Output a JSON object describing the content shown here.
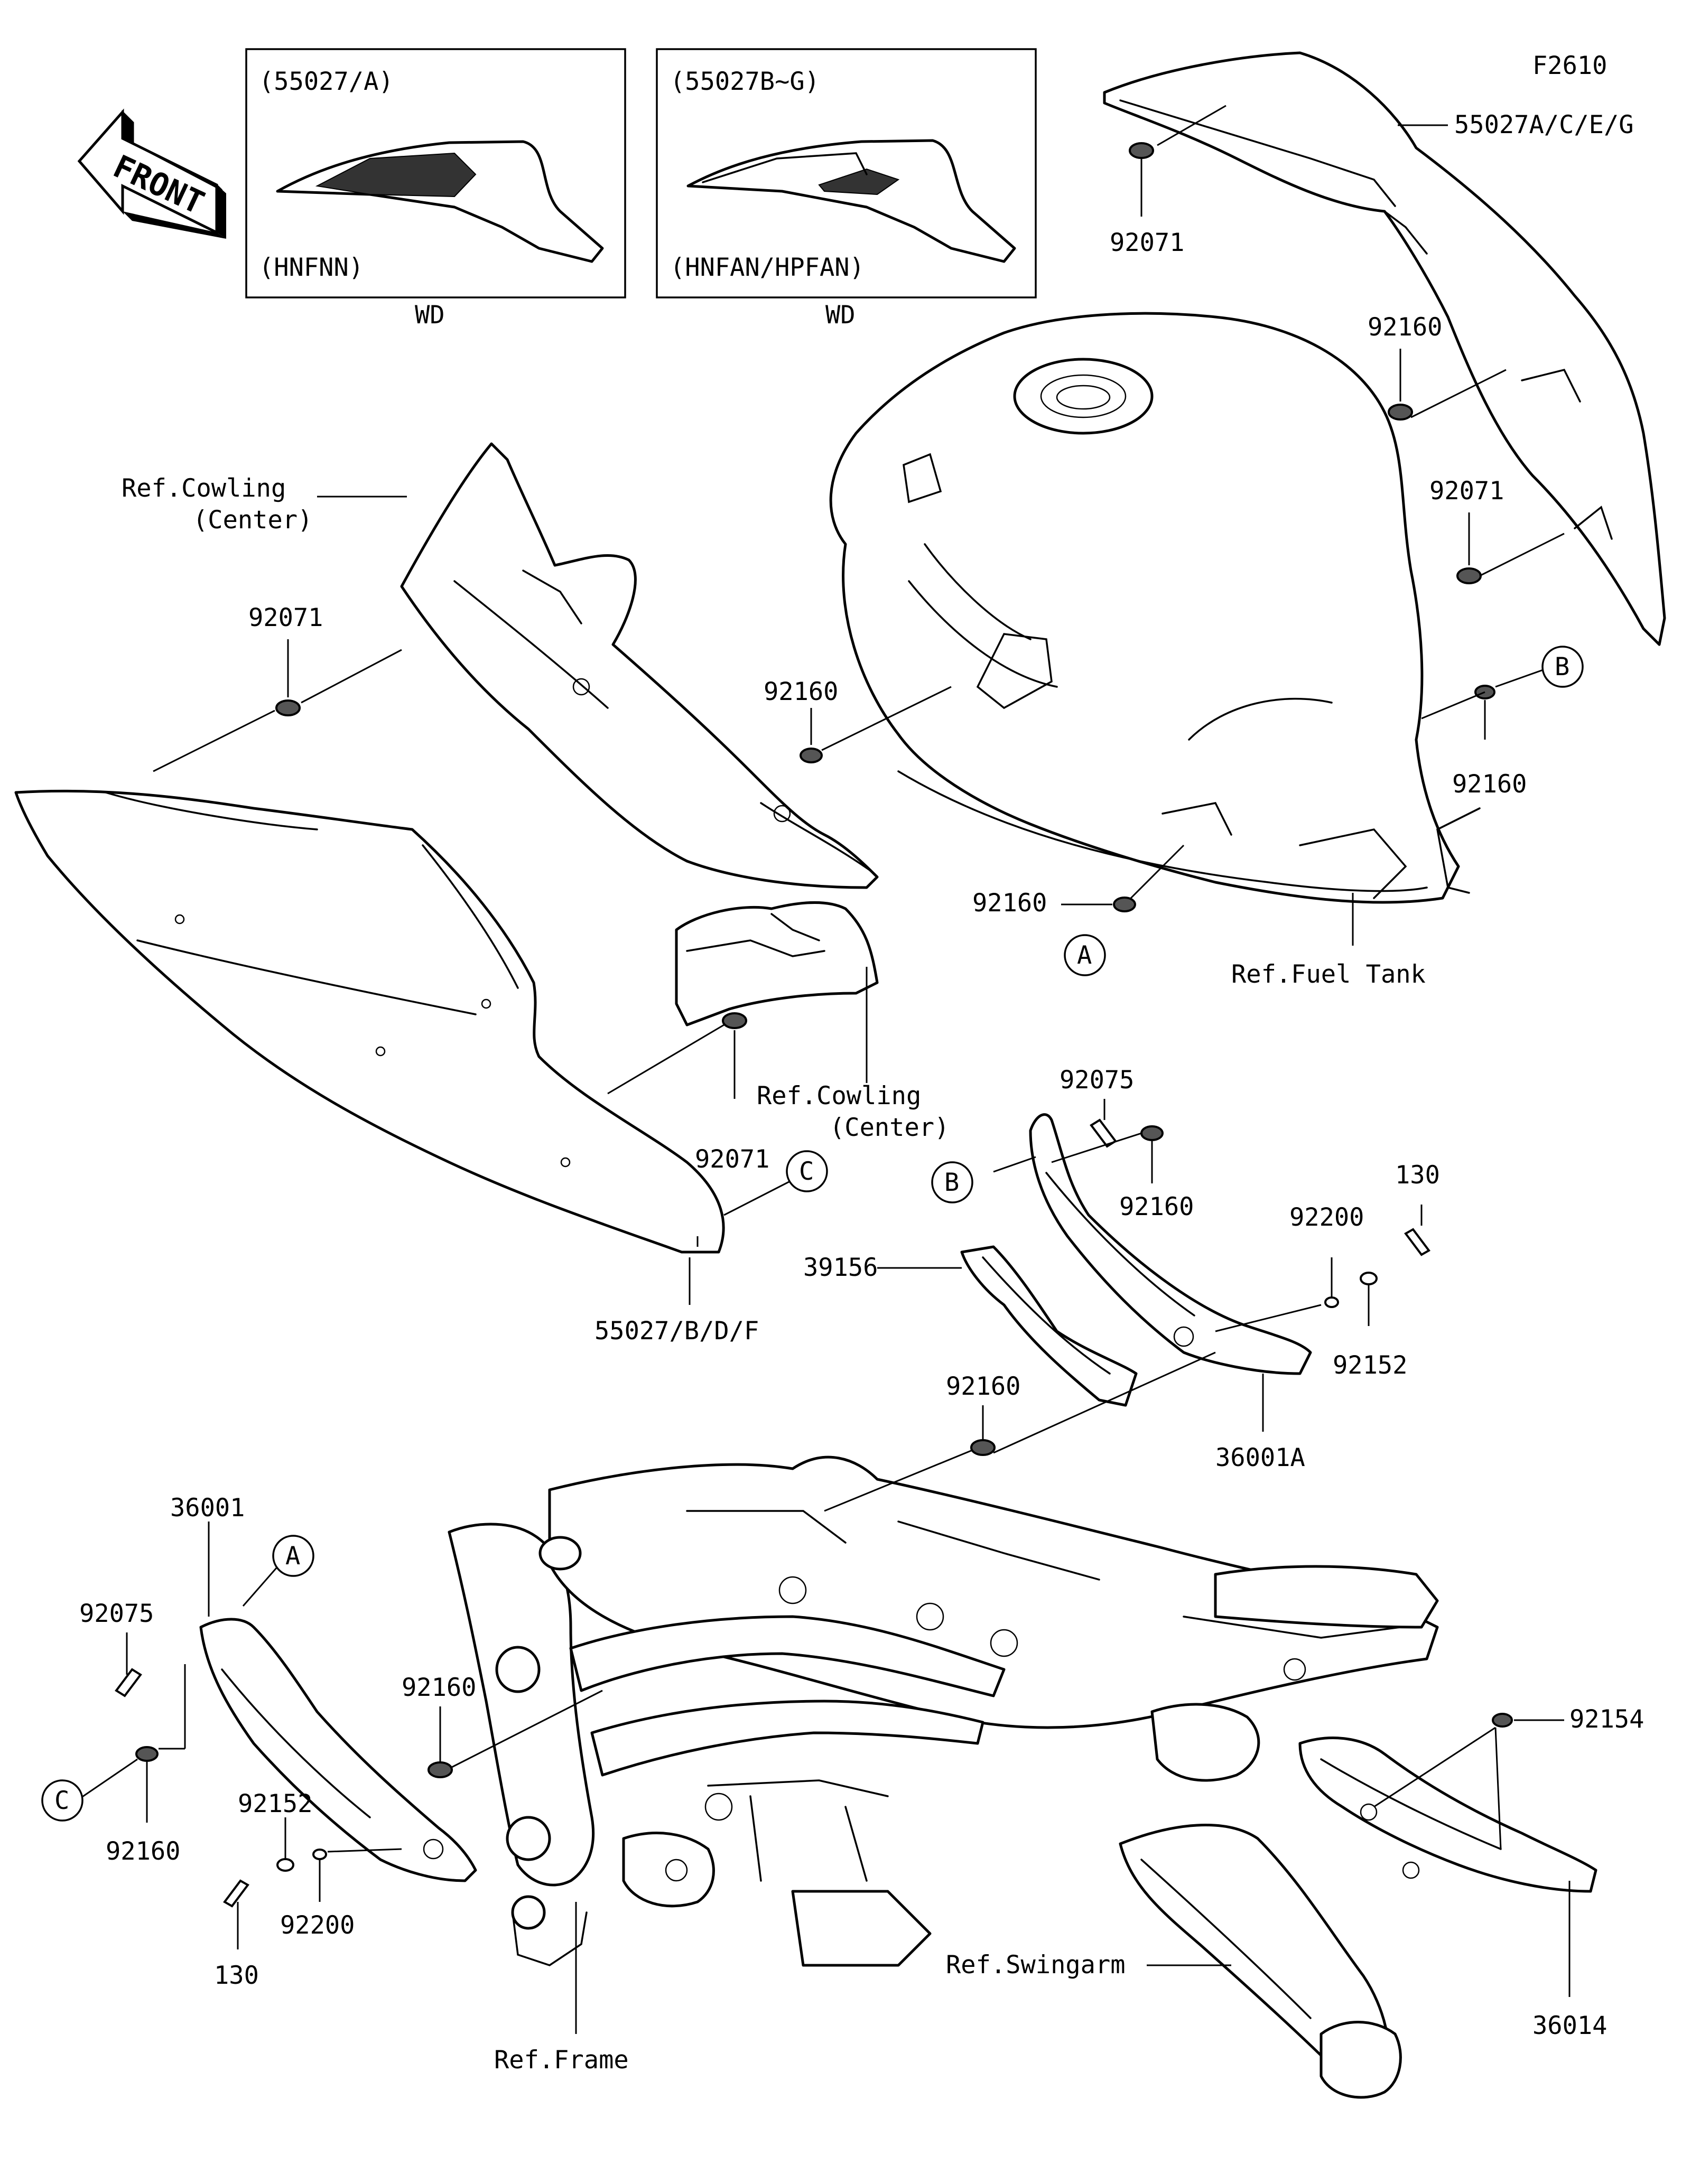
{
  "figure_code": "F2610",
  "front_arrow_label": "FRONT",
  "insets": [
    {
      "part_code": "(55027/A)",
      "variant": "(HNFNN)",
      "note": "WD"
    },
    {
      "part_code": "(55027B~G)",
      "variant": "(HNFAN/HPFAN)",
      "note": "WD"
    }
  ],
  "part_labels": {
    "p55027a_c_e_g": "55027A/C/E/G",
    "p92071_top": "92071",
    "p92160_top": "92160",
    "p92071_right": "92071",
    "p92160_b": "92160",
    "p92160_tank_left": "92160",
    "p92160_a": "92160",
    "ref_fuel_tank": "Ref.Fuel Tank",
    "ref_cowling_center_1_line1": "Ref.Cowling",
    "ref_cowling_center_1_line2": "(Center)",
    "p92071_left": "92071",
    "ref_cowling_center_2_line1": "Ref.Cowling",
    "ref_cowling_center_2_line2": "(Center)",
    "p92071_mid": "92071",
    "p55027_b_d_f": "55027/B/D/F",
    "p92075_right": "92075",
    "p92160_right_bracket": "92160",
    "p130_right": "130",
    "p92200_right": "92200",
    "p92152_right": "92152",
    "p39156": "39156",
    "p36001a": "36001A",
    "p92160_frame": "92160",
    "p36001": "36001",
    "p92075_left": "92075",
    "p92160_c": "92160",
    "p92160_frame_left": "92160",
    "p92152_left": "92152",
    "p130_left": "130",
    "p92200_left": "92200",
    "p92154": "92154",
    "p36014": "36014",
    "ref_swingarm": "Ref.Swingarm",
    "ref_frame": "Ref.Frame"
  },
  "callouts": {
    "a_tank": "A",
    "b_tank": "B",
    "c_cover": "C",
    "b_bracket": "B",
    "a_bracket": "A",
    "c_bracket": "C"
  }
}
